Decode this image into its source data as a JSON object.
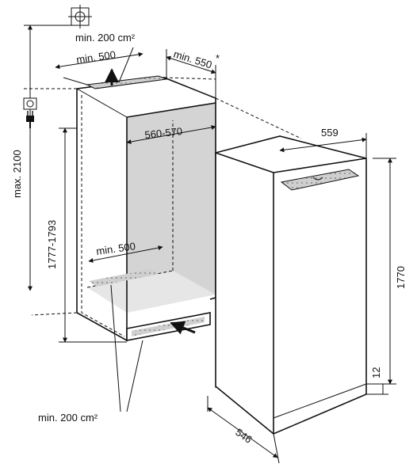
{
  "labels": {
    "vent_top": "min. 200 cm²",
    "depth_top": "min. 500",
    "niche_depth": "min. 550",
    "asterisk": "*",
    "niche_width": "560-570",
    "max_height": "max. 2100",
    "niche_height": "1777-1793",
    "floor_depth": "min. 500",
    "vent_bottom": "min. 200 cm²",
    "appliance_width": "559",
    "appliance_height": "1770",
    "foot_height": "12",
    "appliance_depth": "546"
  },
  "icons": [
    "power-plug-icon",
    "socket-icon",
    "water-connection-icon",
    "airflow-arrow-icon"
  ]
}
